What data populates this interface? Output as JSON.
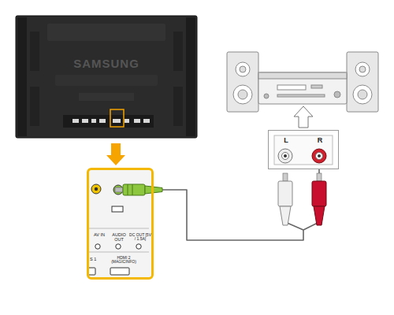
{
  "diagram": {
    "nodes": [
      {
        "text": [
          "AV IN",
          "AUDIO OUT",
          "DC OUT [5V / 1.5A]",
          "S 1",
          "HDMI 2 (MAGICINFO)"
        ]
      },
      {
        "text": [
          "L",
          "R"
        ]
      }
    ],
    "edges": [
      {
        "from": 0,
        "to": 1,
        "arrow": "none"
      }
    ],
    "labels": [
      "SAMSUNG"
    ]
  }
}
